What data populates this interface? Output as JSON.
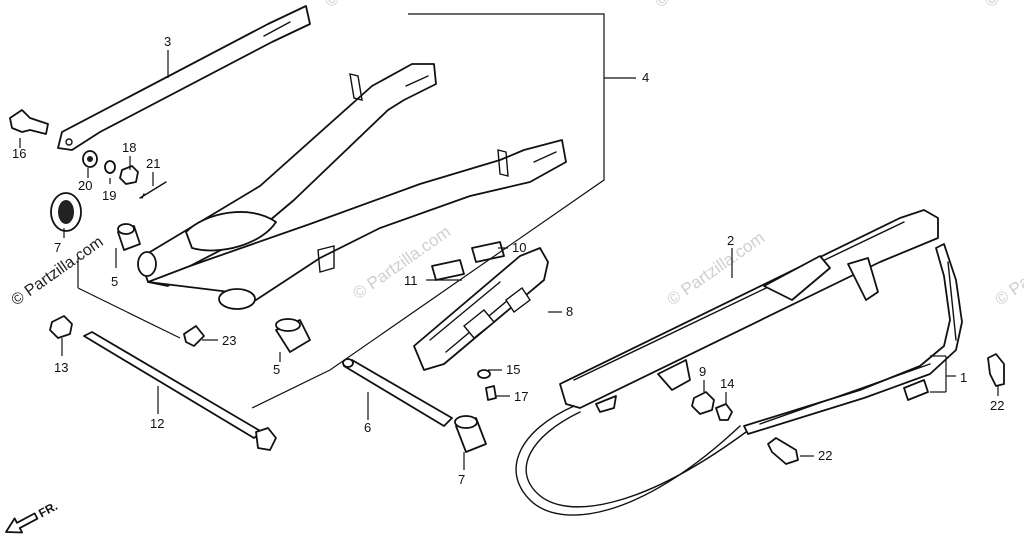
{
  "watermark": "© Partzilla.com",
  "credit": "© Partzilla.com",
  "direction": "FR.",
  "callouts": [
    "1",
    "2",
    "3",
    "4",
    "5",
    "5",
    "6",
    "7",
    "7",
    "8",
    "9",
    "10",
    "11",
    "12",
    "13",
    "14",
    "15",
    "16",
    "17",
    "18",
    "19",
    "20",
    "21",
    "22",
    "22",
    "23"
  ],
  "colors": {
    "line": "#111111",
    "background": "#ffffff",
    "watermark": "#cfcfcf"
  }
}
